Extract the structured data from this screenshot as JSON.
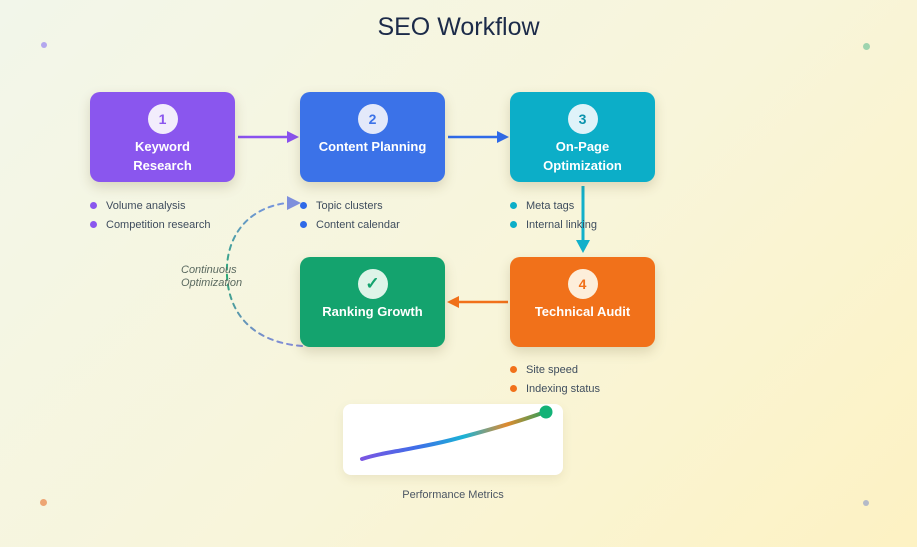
{
  "title": "SEO Workflow",
  "nodes": [
    {
      "number": "1",
      "label": "Keyword Research",
      "color": "#8a56ee",
      "bullets": [
        "Volume analysis",
        "Competition research"
      ]
    },
    {
      "number": "2",
      "label": "Content Planning",
      "color": "#3b72e8",
      "bullets": [
        "Topic clusters",
        "Content calendar"
      ]
    },
    {
      "number": "3",
      "label": "On-Page Optimization",
      "color": "#0caec8",
      "bullets": [
        "Meta tags",
        "Internal linking"
      ]
    },
    {
      "number": "4",
      "label": "Technical Audit",
      "color": "#f1711a",
      "bullets": [
        "Site speed",
        "Indexing status"
      ]
    },
    {
      "number": "✓",
      "label": "Ranking Growth",
      "color": "#14a36e",
      "bullets": []
    }
  ],
  "loop": {
    "label_line1": "Continuous",
    "label_line2": "Optimization",
    "style": "dashed-arc-arrow",
    "gradient": [
      "#9186ea",
      "#2aa876",
      "#7f93e8"
    ]
  },
  "arrows": [
    {
      "from": "Keyword Research",
      "to": "Content Planning",
      "color": "#8a52ee",
      "direction": "right"
    },
    {
      "from": "Content Planning",
      "to": "On-Page Optimization",
      "color": "#2f6ae8",
      "direction": "right"
    },
    {
      "from": "On-Page Optimization",
      "to": "Technical Audit",
      "color": "#12b0ca",
      "direction": "down"
    },
    {
      "from": "Technical Audit",
      "to": "Ranking Growth",
      "color": "#f1711a",
      "direction": "left"
    }
  ],
  "chart": {
    "caption": "Performance Metrics"
  },
  "chart_data": {
    "type": "line",
    "title": "Performance Metrics",
    "x": [
      0,
      1,
      2,
      3,
      4,
      5,
      6,
      7
    ],
    "values": [
      10,
      13,
      14,
      17,
      21,
      26,
      31,
      35
    ],
    "unit": "relative (no axes shown)",
    "grid": false,
    "axes_visible": false,
    "line_gradient": [
      "#7c55e2",
      "#3e6ee8",
      "#1ab3d6",
      "#e08a2e",
      "#22a05e"
    ],
    "end_dot_color": "#13b277",
    "trend": "upward"
  },
  "palette": {
    "background_gradient": [
      "#f2f6ea",
      "#f8f5da",
      "#fdf2c3"
    ],
    "title_color": "#1c2b49",
    "bullet_text_color": "#3f4d5e",
    "decorative_dots": [
      "#b3a7ee",
      "#9ed4ae",
      "#eda573",
      "#b4bac8"
    ]
  }
}
